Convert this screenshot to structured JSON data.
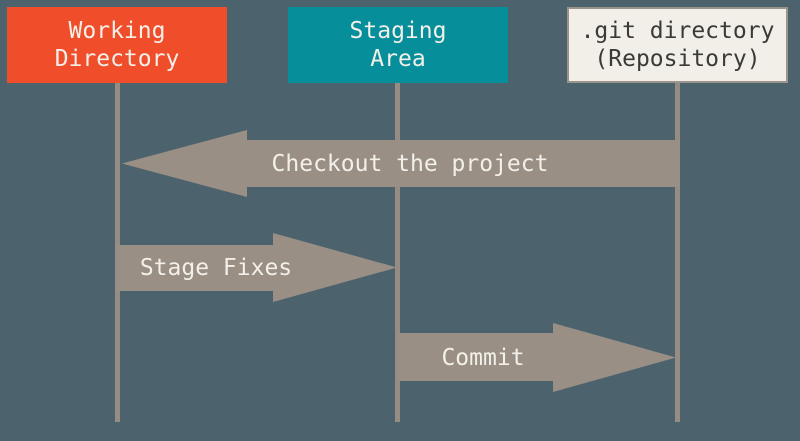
{
  "diagram": {
    "type": "git-areas-sequence-diagram",
    "columns": [
      {
        "id": "working-directory",
        "line1": "Working",
        "line2": "Directory",
        "box_color": "#F04D2B",
        "text_color": "#F3F0EA"
      },
      {
        "id": "staging-area",
        "line1": "Staging",
        "line2": "Area",
        "box_color": "#068F9A",
        "text_color": "#F3F0EA"
      },
      {
        "id": "git-directory",
        "line1": ".git directory",
        "line2": "(Repository)",
        "box_color": "#F1EFE8",
        "text_color": "#3A3A37"
      }
    ],
    "arrows": [
      {
        "label": "Checkout the project",
        "from": "git-directory",
        "to": "working-directory",
        "direction": "left"
      },
      {
        "label": "Stage Fixes",
        "from": "working-directory",
        "to": "staging-area",
        "direction": "right"
      },
      {
        "label": "Commit",
        "from": "staging-area",
        "to": "git-directory",
        "direction": "right"
      }
    ],
    "colors": {
      "background": "#4C636E",
      "arrow": "#998F85",
      "lifeline": "#958C83"
    }
  }
}
